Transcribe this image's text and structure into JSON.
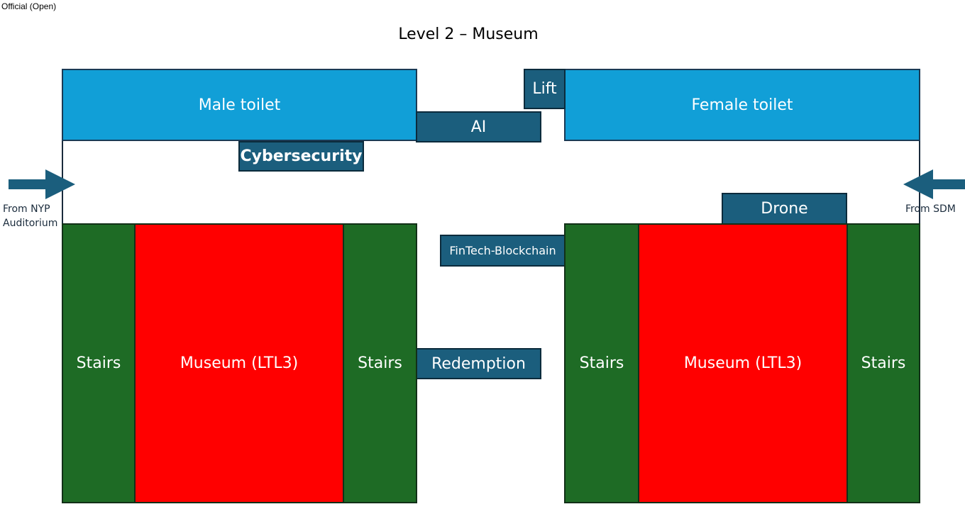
{
  "header": {
    "classification": "Official (Open)",
    "title": "Level 2 – Museum"
  },
  "rooms": {
    "male_toilet": "Male toilet",
    "female_toilet": "Female toilet",
    "lift": "Lift",
    "stairs_left_outer": "Stairs",
    "stairs_left_inner": "Stairs",
    "stairs_right_inner": "Stairs",
    "stairs_right_outer": "Stairs",
    "museum_left": "Museum (LTL3)",
    "museum_right": "Museum (LTL3)"
  },
  "booths": {
    "ai": "AI",
    "cybersecurity": "Cybersecurity",
    "drone": "Drone",
    "fintech": "FinTech-Blockchain",
    "redemption": "Redemption"
  },
  "entrances": {
    "left_line1": "From NYP",
    "left_line2": "Auditorium",
    "right": "From SDM"
  },
  "colors": {
    "toilet": "#119fd7",
    "stairs": "#1e6b25",
    "museum": "#ff0000",
    "booth": "#1b5e7d",
    "arrow": "#1b5e7d"
  }
}
